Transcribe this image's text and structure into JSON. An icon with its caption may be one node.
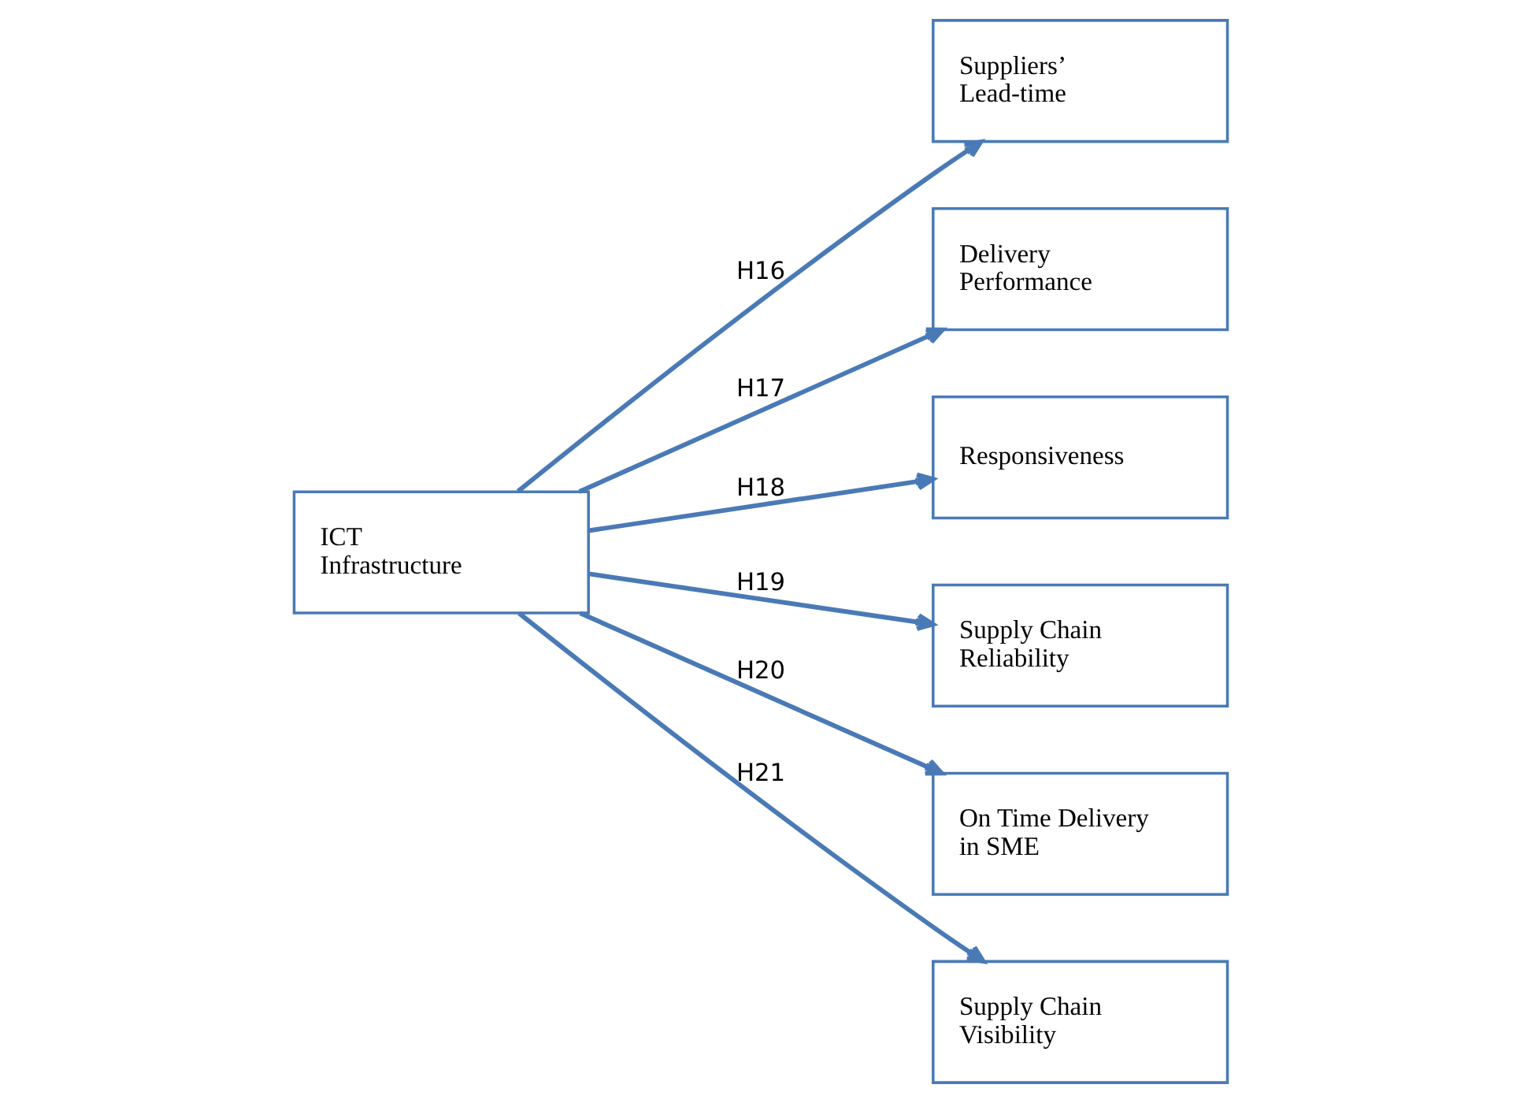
{
  "diagram": {
    "nodes": [
      {
        "text": [
          "ICT Infrastructure"
        ]
      },
      {
        "text": [
          "Suppliers’ Lead-time"
        ]
      },
      {
        "text": [
          "Delivery Performance"
        ]
      },
      {
        "text": [
          "Responsiveness"
        ]
      },
      {
        "text": [
          "Supply Chain Reliability"
        ]
      },
      {
        "text": [
          "On Time Delivery in SME"
        ]
      },
      {
        "text": [
          "Supply Chain Visibility"
        ]
      }
    ],
    "edges": [
      {
        "from": 0,
        "to": 1,
        "arrow": "to",
        "label": "H16"
      },
      {
        "from": 0,
        "to": 2,
        "arrow": "to",
        "label": "H17"
      },
      {
        "from": 0,
        "to": 3,
        "arrow": "to",
        "label": "H18"
      },
      {
        "from": 0,
        "to": 4,
        "arrow": "to",
        "label": "H19"
      },
      {
        "from": 0,
        "to": 5,
        "arrow": "to",
        "label": "H20"
      },
      {
        "from": 0,
        "to": 6,
        "arrow": "to",
        "label": "H21"
      }
    ]
  }
}
